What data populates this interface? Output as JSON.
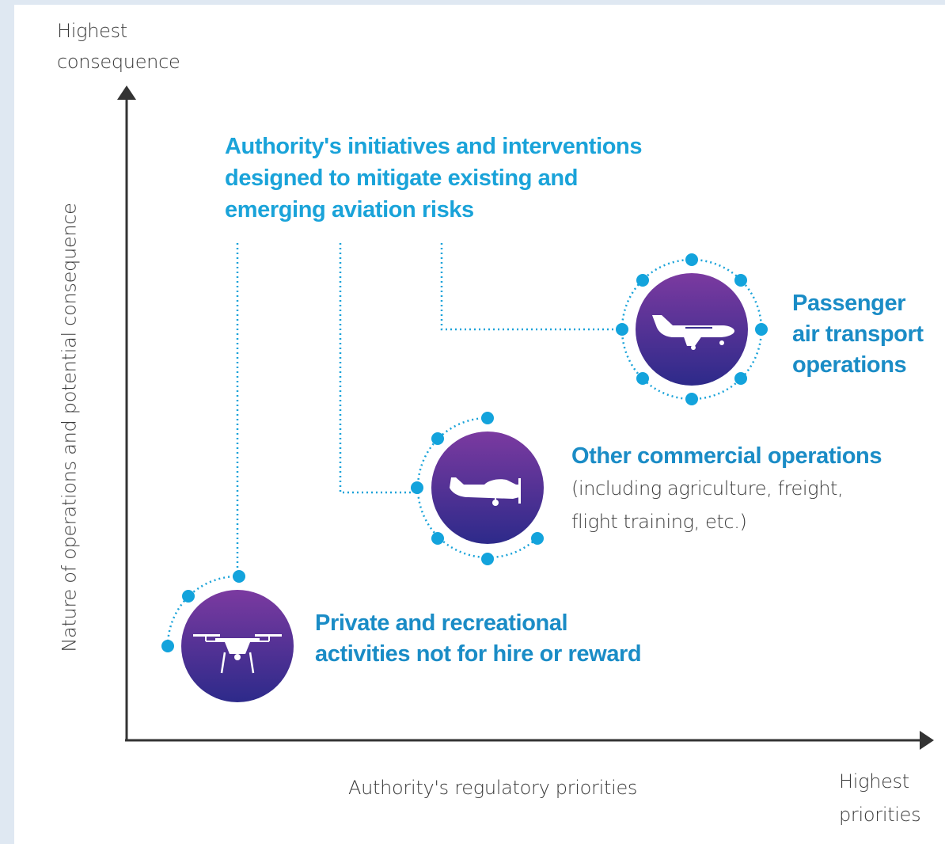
{
  "axes": {
    "y_top_label": "Highest\nconsequence",
    "y_title": "Nature of operations and potential consequence",
    "x_title": "Authority's regulatory priorities",
    "x_right_label": "Highest\npriorities"
  },
  "heading": "Authority's initiatives and interventions\ndesigned to mitigate existing and\nemerging aviation risks",
  "categories": [
    {
      "title": "Passenger\nair transport\noperations",
      "description": "",
      "icon": "passenger-plane-icon"
    },
    {
      "title": "Other commercial operations",
      "description": "(including agriculture, freight,\nflight training, etc.)",
      "icon": "light-aircraft-icon"
    },
    {
      "title": "Private and recreational\nactivities not for hire or reward",
      "description": "",
      "icon": "drone-icon"
    }
  ],
  "colors": {
    "background": "#dfe8f2",
    "accent": "#1aa3d9",
    "title_blue": "#1a8cc6",
    "circle_top": "#7b3aa0",
    "circle_bottom": "#2d2a8a",
    "axis": "#333333"
  }
}
